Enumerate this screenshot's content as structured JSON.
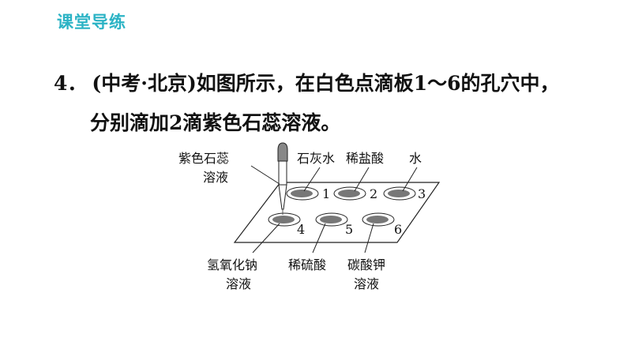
{
  "header": {
    "title": "课堂导练"
  },
  "question": {
    "number": "4．",
    "line1": "(中考·北京)如图所示，在白色点滴板1～6的孔穴中，",
    "line2": "分别滴加2滴紫色石蕊溶液。"
  },
  "figure": {
    "dropper_label_1": "紫色石蕊",
    "dropper_label_2": "溶液",
    "top_labels": [
      "石灰水",
      "稀盐酸",
      "水"
    ],
    "well_numbers": [
      "1",
      "2",
      "3",
      "4",
      "5",
      "6"
    ],
    "bottom_labels": [
      {
        "line1": "氢氧化钠",
        "line2": "溶液"
      },
      {
        "line1": "稀硫酸",
        "line2": ""
      },
      {
        "line1": "碳酸钾",
        "line2": "溶液"
      }
    ]
  }
}
